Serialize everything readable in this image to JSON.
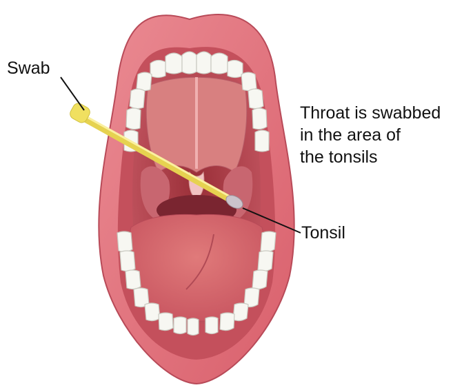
{
  "labels": {
    "swab": "Swab",
    "tonsil": "Tonsil",
    "note_lines": [
      "Throat is swabbed",
      "in the area of",
      "the tonsils"
    ]
  },
  "colors": {
    "lips": "#e0707a",
    "lip_shadow": "#c4505c",
    "mouth_cavity": "#a83a40",
    "palate": "#d88080",
    "tongue": "#d9676a",
    "teeth": "#f7f7f2",
    "swab_stick": "#f0e060",
    "swab_tip": "#c8c0c8",
    "leader_line": "#111111"
  }
}
